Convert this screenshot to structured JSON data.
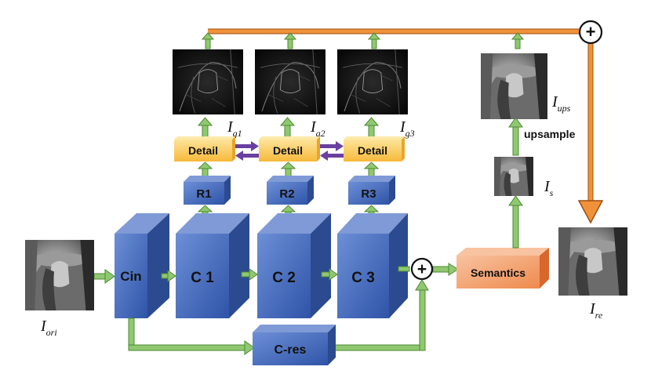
{
  "blocks": {
    "cin": "Cin",
    "c1": "C 1",
    "c2": "C 2",
    "c3": "C 3",
    "r1": "R1",
    "r2": "R2",
    "r3": "R3",
    "detail1": "Detail",
    "detail2": "Detail",
    "detail3": "Detail",
    "semantics": "Semantics",
    "cres": "C-res"
  },
  "labels": {
    "upsample": "upsample",
    "ori_main": "I",
    "ori_sub": "ori",
    "g1_main": "I",
    "g1_sub": "g1",
    "g2_main": "I",
    "g2_sub": "g2",
    "g3_main": "I",
    "g3_sub": "g3",
    "s_main": "I",
    "s_sub": "s",
    "ups_main": "I",
    "ups_sub": "ups",
    "re_main": "I",
    "re_sub": "re"
  },
  "symbols": {
    "plus_bottom": "+",
    "plus_top": "+"
  },
  "colors": {
    "block_front": "#4a6fbf",
    "block_side": "#2c4a8f",
    "block_top": "#7f9ad6",
    "detail_front": "#fcd46a",
    "detail_top": "#fde9a8",
    "semantics_front": "#f4a070",
    "semantics_side": "#d9662b",
    "green_arrow": "#8fc870",
    "green_stroke": "#4d8a32",
    "orange_line": "#f0923a",
    "purple_arrow": "#6a3fa0"
  },
  "icons": {
    "image_thumbnail": "portrait-photo-icon",
    "edge_map": "edge-map-icon",
    "sum_node": "plus-circle-icon"
  }
}
